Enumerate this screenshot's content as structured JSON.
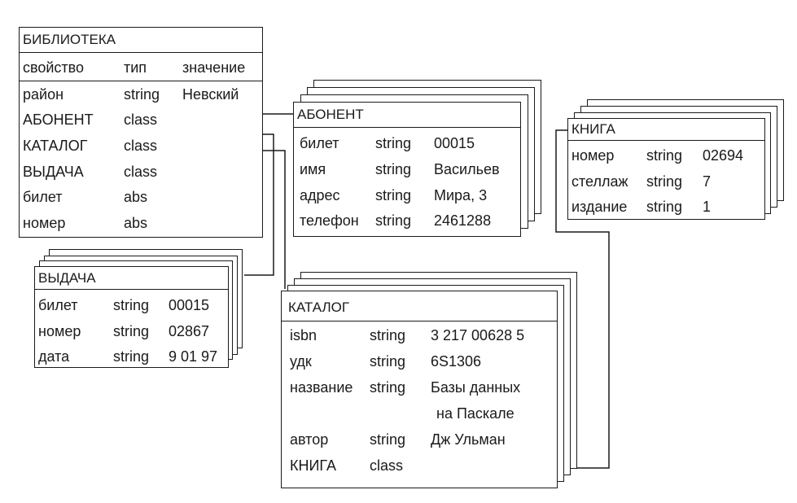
{
  "biblioteka": {
    "title": "БИБЛИОТЕКА",
    "header": [
      "свойство",
      "тип",
      "значение"
    ],
    "rows": [
      [
        "район",
        "string",
        "Невский"
      ],
      [
        "АБОНЕНТ",
        "class",
        ""
      ],
      [
        "КАТАЛОГ",
        "class",
        ""
      ],
      [
        "ВЫДАЧА",
        "class",
        ""
      ],
      [
        "билет",
        "abs",
        ""
      ],
      [
        "номер",
        "abs",
        ""
      ]
    ]
  },
  "abonent": {
    "title": "АБОНЕНТ",
    "rows": [
      [
        "билет",
        "string",
        "00015"
      ],
      [
        "имя",
        "string",
        "Васильев"
      ],
      [
        "адрес",
        "string",
        "Мира, 3"
      ],
      [
        "телефон",
        "string",
        "2461288"
      ]
    ]
  },
  "kniga": {
    "title": "КНИГА",
    "rows": [
      [
        "номер",
        "string",
        "02694"
      ],
      [
        "стеллаж",
        "string",
        "7"
      ],
      [
        "издание",
        "string",
        "1"
      ]
    ]
  },
  "vydacha": {
    "title": "ВЫДАЧА",
    "rows": [
      [
        "билет",
        "string",
        "00015"
      ],
      [
        "номер",
        "string",
        "02867"
      ],
      [
        "дата",
        "string",
        "9 01 97"
      ]
    ]
  },
  "katalog": {
    "title": "КАТАЛОГ",
    "rows": [
      [
        "isbn",
        "string",
        "3 217 00628 5"
      ],
      [
        "удк",
        "string",
        "6S1306"
      ],
      [
        "название",
        "string",
        "Базы данных"
      ],
      [
        "",
        "",
        "на Паскале"
      ],
      [
        "автор",
        "string",
        "Дж Ульман"
      ],
      [
        "КНИГА",
        "class",
        ""
      ]
    ]
  }
}
